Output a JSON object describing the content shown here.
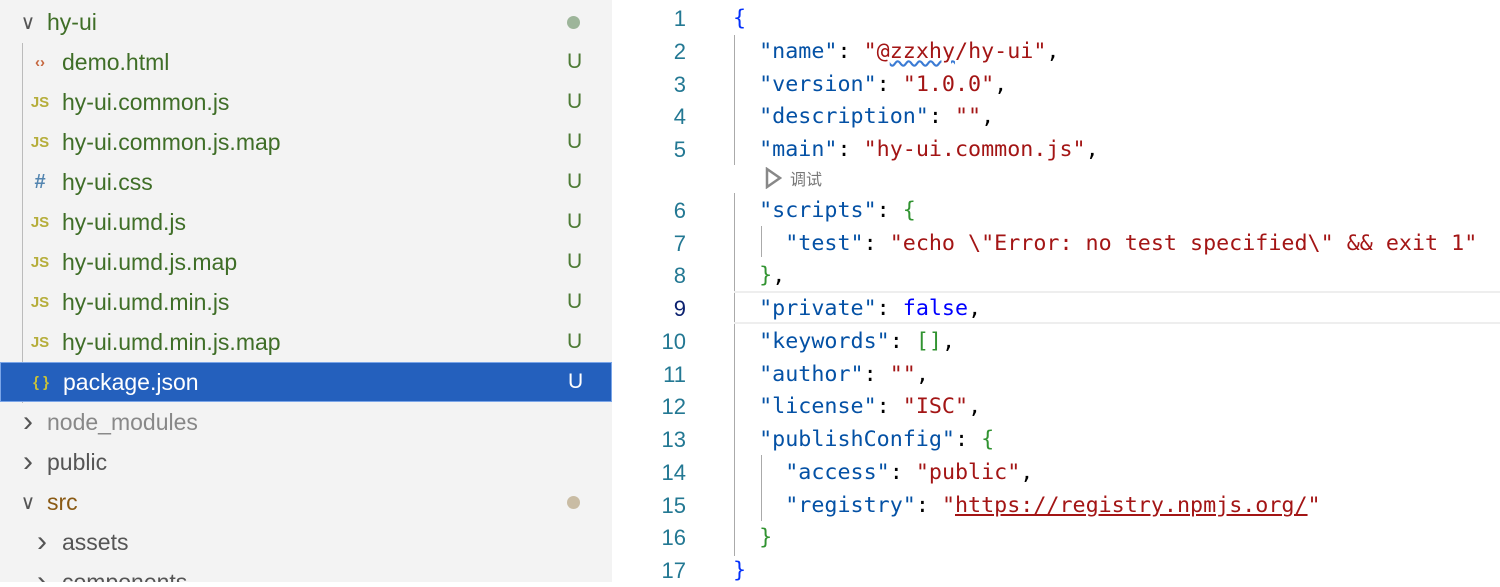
{
  "explorer": {
    "items": [
      {
        "label": "hy-ui",
        "type": "folder-open",
        "level": 0,
        "decoration": "dot",
        "color": "#3f6e27",
        "dot": "#9db59a"
      },
      {
        "label": "demo.html",
        "type": "html",
        "level": 1,
        "badge": "U"
      },
      {
        "label": "hy-ui.common.js",
        "type": "js",
        "level": 1,
        "badge": "U"
      },
      {
        "label": "hy-ui.common.js.map",
        "type": "js",
        "level": 1,
        "badge": "U"
      },
      {
        "label": "hy-ui.css",
        "type": "css",
        "level": 1,
        "badge": "U"
      },
      {
        "label": "hy-ui.umd.js",
        "type": "js",
        "level": 1,
        "badge": "U"
      },
      {
        "label": "hy-ui.umd.js.map",
        "type": "js",
        "level": 1,
        "badge": "U"
      },
      {
        "label": "hy-ui.umd.min.js",
        "type": "js",
        "level": 1,
        "badge": "U"
      },
      {
        "label": "hy-ui.umd.min.js.map",
        "type": "js",
        "level": 1,
        "badge": "U"
      },
      {
        "label": "package.json",
        "type": "json",
        "level": 1,
        "badge": "U",
        "selected": true
      },
      {
        "label": "node_modules",
        "type": "folder",
        "level": 0,
        "color": "#888"
      },
      {
        "label": "public",
        "type": "folder",
        "level": 0,
        "color": "#555"
      },
      {
        "label": "src",
        "type": "folder-open",
        "level": 0,
        "decoration": "dot",
        "color": "#8a5a14",
        "dot": "#c9bca4"
      },
      {
        "label": "assets",
        "type": "folder",
        "level": 1,
        "color": "#555"
      },
      {
        "label": "components",
        "type": "folder",
        "level": 1,
        "color": "#555"
      }
    ]
  },
  "editor": {
    "current_line": 9,
    "codelens": {
      "icon": "play-icon",
      "label": "调试",
      "after_line": 5
    },
    "lines": [
      [
        [
          "b1",
          "{"
        ]
      ],
      [
        [
          "p",
          "  "
        ],
        [
          "k",
          "\"name\""
        ],
        [
          "p",
          ": "
        ],
        [
          "s",
          "\"@"
        ],
        [
          "sq",
          "zzxhy"
        ],
        [
          "s",
          "/hy-ui\""
        ],
        [
          "p",
          ","
        ]
      ],
      [
        [
          "p",
          "  "
        ],
        [
          "k",
          "\"version\""
        ],
        [
          "p",
          ": "
        ],
        [
          "s",
          "\"1.0.0\""
        ],
        [
          "p",
          ","
        ]
      ],
      [
        [
          "p",
          "  "
        ],
        [
          "k",
          "\"description\""
        ],
        [
          "p",
          ": "
        ],
        [
          "s",
          "\"\""
        ],
        [
          "p",
          ","
        ]
      ],
      [
        [
          "p",
          "  "
        ],
        [
          "k",
          "\"main\""
        ],
        [
          "p",
          ": "
        ],
        [
          "s",
          "\"hy-ui.common.js\""
        ],
        [
          "p",
          ","
        ]
      ],
      [
        [
          "p",
          "  "
        ],
        [
          "k",
          "\"scripts\""
        ],
        [
          "p",
          ": "
        ],
        [
          "b2",
          "{"
        ]
      ],
      [
        [
          "p",
          "    "
        ],
        [
          "k",
          "\"test\""
        ],
        [
          "p",
          ": "
        ],
        [
          "s",
          "\"echo \\\"Error: no test specified\\\" && exit 1\""
        ]
      ],
      [
        [
          "p",
          "  "
        ],
        [
          "b2",
          "}"
        ],
        [
          "p",
          ","
        ]
      ],
      [
        [
          "p",
          "  "
        ],
        [
          "k",
          "\"private\""
        ],
        [
          "p",
          ": "
        ],
        [
          "kw",
          "false"
        ],
        [
          "p",
          ","
        ]
      ],
      [
        [
          "p",
          "  "
        ],
        [
          "k",
          "\"keywords\""
        ],
        [
          "p",
          ": "
        ],
        [
          "b2",
          "[]"
        ],
        [
          "p",
          ","
        ]
      ],
      [
        [
          "p",
          "  "
        ],
        [
          "k",
          "\"author\""
        ],
        [
          "p",
          ": "
        ],
        [
          "s",
          "\"\""
        ],
        [
          "p",
          ","
        ]
      ],
      [
        [
          "p",
          "  "
        ],
        [
          "k",
          "\"license\""
        ],
        [
          "p",
          ": "
        ],
        [
          "s",
          "\"ISC\""
        ],
        [
          "p",
          ","
        ]
      ],
      [
        [
          "p",
          "  "
        ],
        [
          "k",
          "\"publishConfig\""
        ],
        [
          "p",
          ": "
        ],
        [
          "b2",
          "{"
        ]
      ],
      [
        [
          "p",
          "    "
        ],
        [
          "k",
          "\"access\""
        ],
        [
          "p",
          ": "
        ],
        [
          "s",
          "\"public\""
        ],
        [
          "p",
          ","
        ]
      ],
      [
        [
          "p",
          "    "
        ],
        [
          "k",
          "\"registry\""
        ],
        [
          "p",
          ": "
        ],
        [
          "s",
          "\""
        ],
        [
          "u",
          "https://registry.npmjs.org/"
        ],
        [
          "s",
          "\""
        ]
      ],
      [
        [
          "p",
          "  "
        ],
        [
          "b2",
          "}"
        ]
      ],
      [
        [
          "b1",
          "}"
        ]
      ]
    ]
  }
}
